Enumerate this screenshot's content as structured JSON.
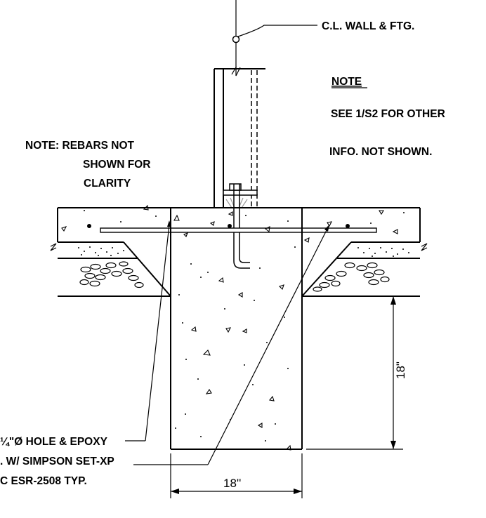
{
  "labels": {
    "cl_wall": "C.L. WALL & FTG.",
    "note_heading": "NOTE",
    "note_line1": "SEE  1/S2  FOR OTHER",
    "note_line2": "INFO. NOT SHOWN.",
    "rebar_note_line1": "NOTE:  REBARS NOT",
    "rebar_note_line2": "SHOWN FOR",
    "rebar_note_line3": "CLARITY",
    "callout_line1": "¼\"Ø HOLE & EPOXY",
    "callout_line2": ". W/ SIMPSON SET-XP",
    "callout_line3": "C ESR-2508 TYP."
  },
  "dimensions": {
    "footing_depth": "18\"",
    "footing_width": "18''"
  }
}
